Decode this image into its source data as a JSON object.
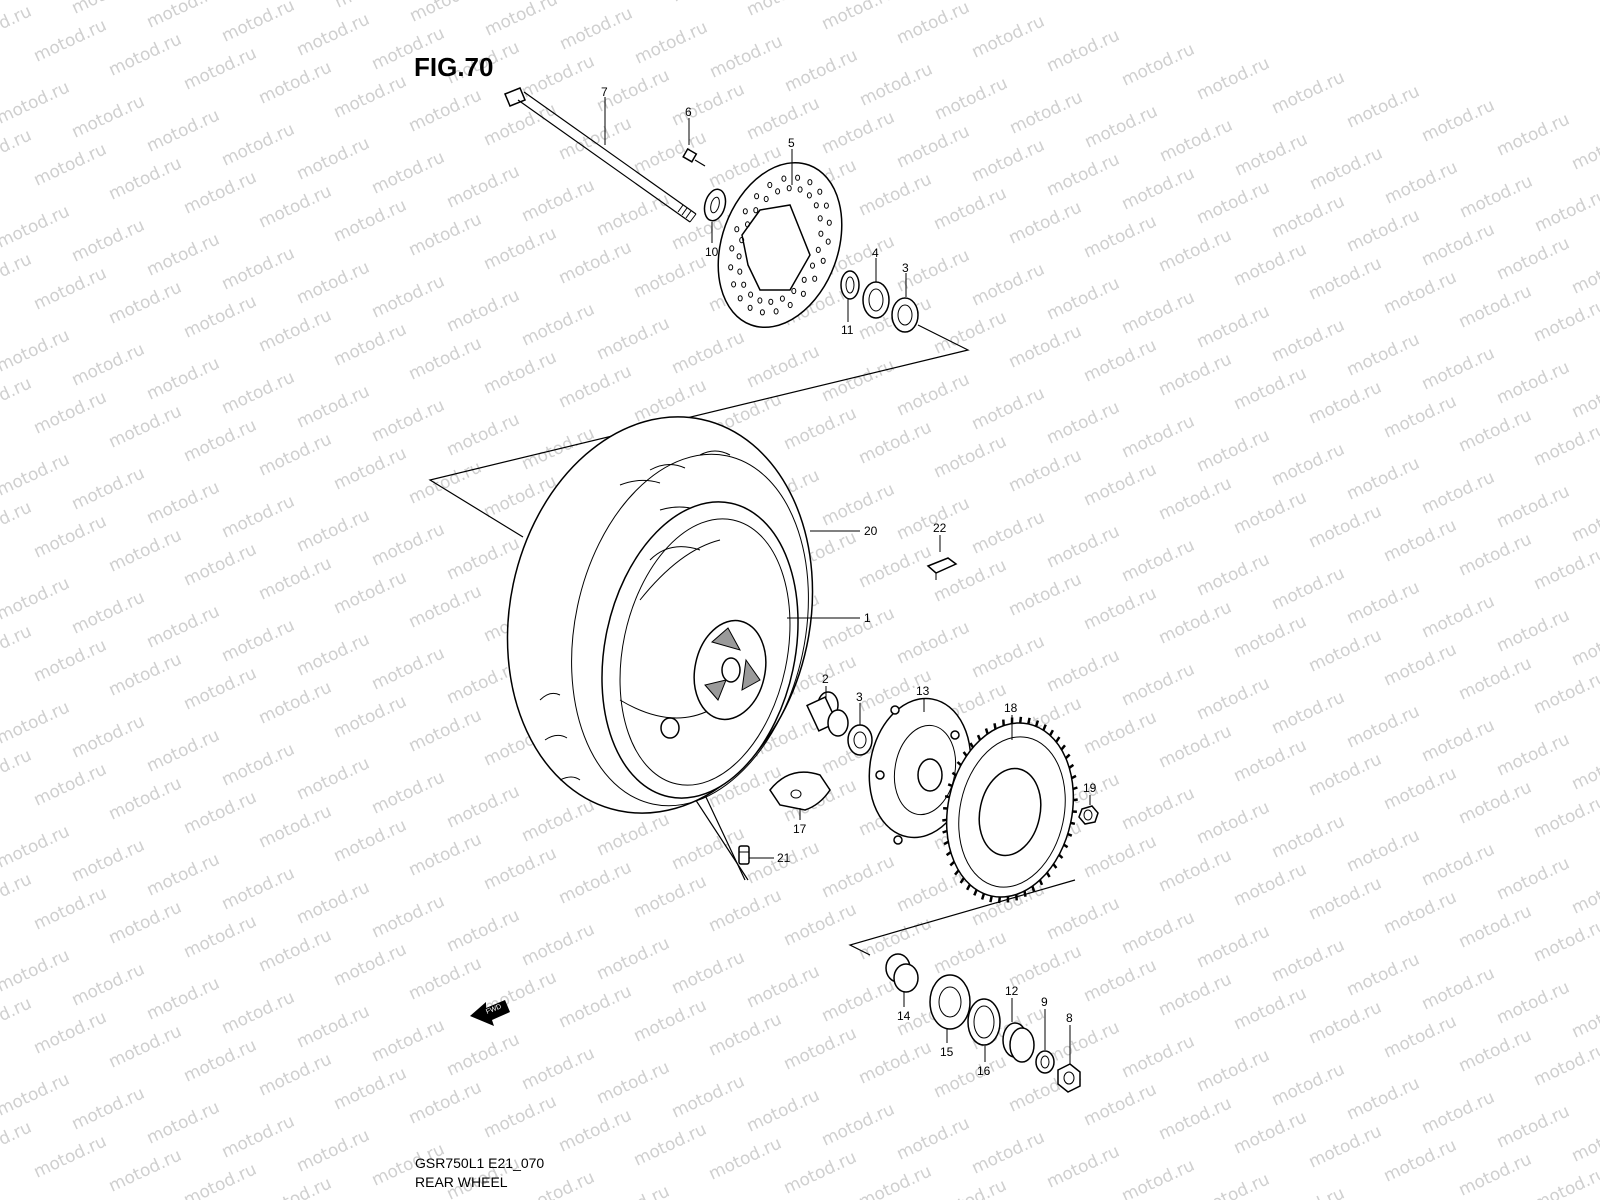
{
  "figure": {
    "title": "FIG.70"
  },
  "footer": {
    "model_code": "GSR750L1 E21_070",
    "section_name": "REAR WHEEL"
  },
  "watermark": {
    "text": "motod.ru"
  },
  "fwd_badge": {
    "text": "FWD"
  },
  "callouts": {
    "p1": "1",
    "p2": "2",
    "p3a": "3",
    "p3b": "3",
    "p4": "4",
    "p5": "5",
    "p6": "6",
    "p7": "7",
    "p8": "8",
    "p9": "9",
    "p10": "10",
    "p11": "11",
    "p12": "12",
    "p13": "13",
    "p14": "14",
    "p15": "15",
    "p16": "16",
    "p17": "17",
    "p18": "18",
    "p19": "19",
    "p20": "20",
    "p21": "21",
    "p22": "22"
  }
}
